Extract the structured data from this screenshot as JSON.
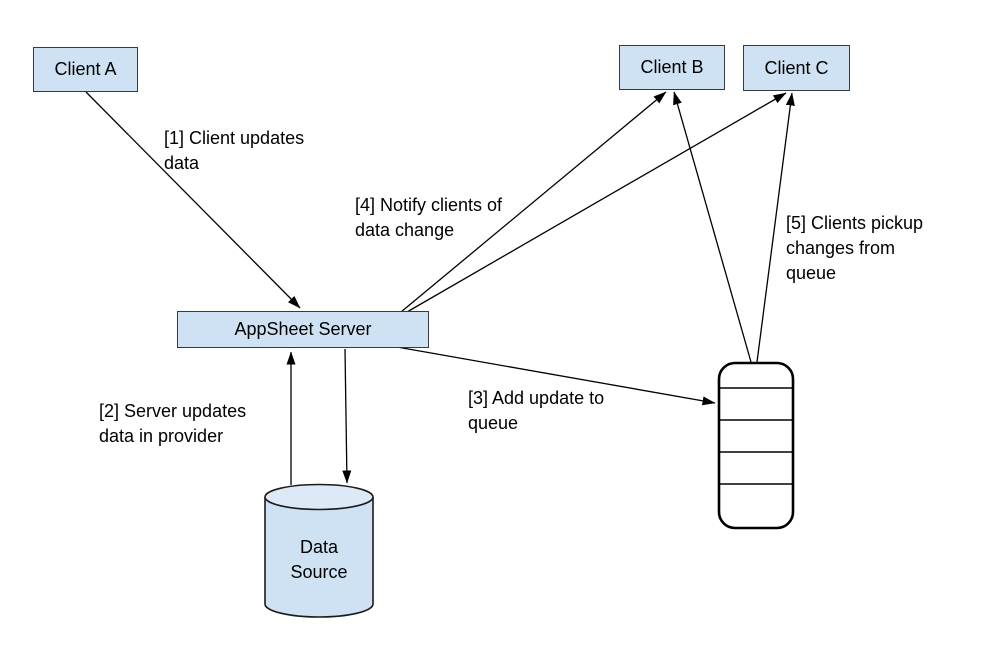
{
  "diagram": {
    "nodes": {
      "client_a": {
        "label": "Client A"
      },
      "client_b": {
        "label": "Client B"
      },
      "client_c": {
        "label": "Client C"
      },
      "server": {
        "label": "AppSheet Server"
      },
      "data_source": {
        "label": "Data\nSource"
      },
      "queue": {
        "segments": 5
      }
    },
    "edge_labels": {
      "step1": "[1] Client updates\ndata",
      "step2": "[2] Server updates\ndata in provider",
      "step3": "[3] Add update to\nqueue",
      "step4": "[4] Notify clients of\ndata change",
      "step5": "[5] Clients pickup\nchanges from\nqueue"
    },
    "colors": {
      "node_fill": "#cfe2f3",
      "node_border": "#343a40",
      "cylinder_body_fill": "#cfe2f3",
      "cylinder_top_fill": "#dde9f6",
      "queue_fill": "#ffffff",
      "line": "#000000",
      "background": "#ffffff"
    }
  }
}
